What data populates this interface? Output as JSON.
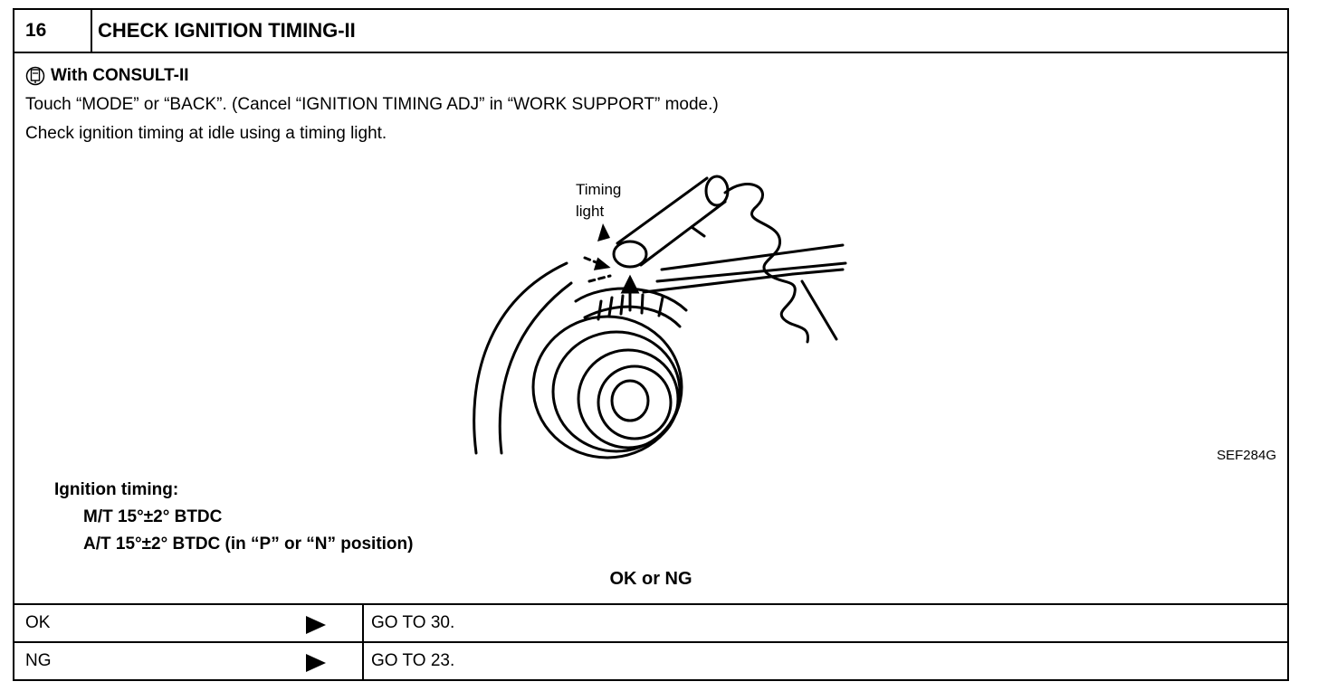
{
  "header": {
    "number": "16",
    "title": "CHECK IGNITION TIMING-II"
  },
  "consult": {
    "label": "With CONSULT-II",
    "icon": "consult-tool-icon"
  },
  "instructions": [
    "Touch “MODE” or “BACK”. (Cancel “IGNITION TIMING ADJ” in “WORK SUPPORT” mode.)",
    "Check ignition timing at idle using a timing light."
  ],
  "figure": {
    "callout": [
      "Timing",
      "light"
    ],
    "code": "SEF284G"
  },
  "spec": {
    "title": "Ignition timing:",
    "lines": [
      "M/T 15°±2° BTDC",
      "A/T 15°±2° BTDC (in “P” or “N” position)"
    ]
  },
  "verdict": "OK or NG",
  "results": [
    {
      "label": "OK",
      "action": "GO TO 30."
    },
    {
      "label": "NG",
      "action": "GO TO 23."
    }
  ]
}
